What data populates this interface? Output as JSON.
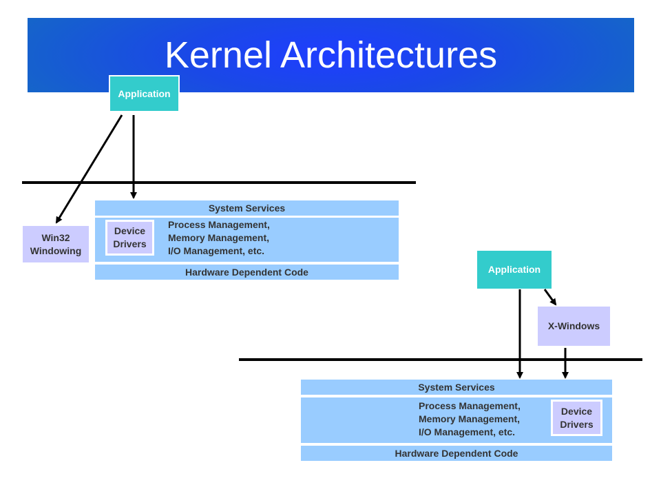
{
  "title": "Kernel Architectures",
  "top_diagram": {
    "application_label": "Application",
    "win32_line1": "Win32",
    "win32_line2": "Windowing",
    "system_services": "System Services",
    "device_drivers_line1": "Device",
    "device_drivers_line2": "Drivers",
    "process_line1": "Process Management,",
    "process_line2": "Memory Management,",
    "process_line3": "I/O Management, etc.",
    "hardware_code": "Hardware Dependent Code"
  },
  "bottom_diagram": {
    "application_label": "Application",
    "xwindows_label": "X-Windows",
    "system_services": "System Services",
    "device_drivers_line1": "Device",
    "device_drivers_line2": "Drivers",
    "process_line1": "Process Management,",
    "process_line2": "Memory Management,",
    "process_line3": "I/O Management, etc.",
    "hardware_code": "Hardware Dependent Code"
  },
  "colors": {
    "banner": "#1a49e6",
    "application": "#33cccc",
    "lavender": "#ccccff",
    "service_blue": "#99ccff",
    "text": "#333333"
  }
}
